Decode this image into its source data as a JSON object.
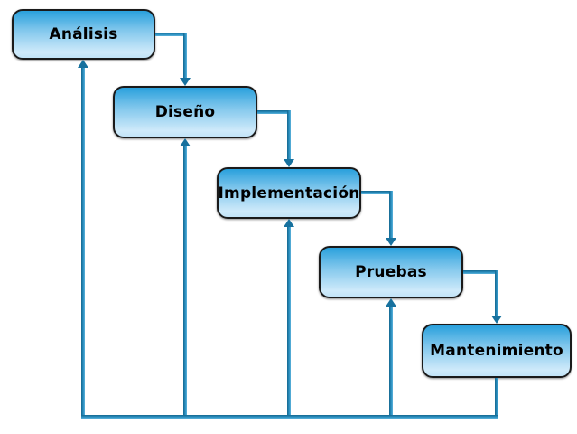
{
  "diagram": {
    "type": "flowchart",
    "model": "waterfall-cascade",
    "background_color": "#FFFFFF",
    "stages": [
      {
        "id": "analisis",
        "label": "Análisis"
      },
      {
        "id": "diseno",
        "label": "Diseño"
      },
      {
        "id": "implementacion",
        "label": "Implementación"
      },
      {
        "id": "pruebas",
        "label": "Pruebas"
      },
      {
        "id": "mantenimiento",
        "label": "Mantenimiento"
      }
    ],
    "connections": {
      "forward": [
        {
          "from": "Análisis",
          "to": "Diseño"
        },
        {
          "from": "Diseño",
          "to": "Implementación"
        },
        {
          "from": "Implementación",
          "to": "Pruebas"
        },
        {
          "from": "Pruebas",
          "to": "Mantenimiento"
        }
      ],
      "feedback": [
        {
          "from": "Mantenimiento",
          "to": "Análisis"
        },
        {
          "from": "Mantenimiento",
          "to": "Diseño"
        },
        {
          "from": "Mantenimiento",
          "to": "Implementación"
        },
        {
          "from": "Mantenimiento",
          "to": "Pruebas"
        }
      ]
    },
    "colors": {
      "box_gradient_top": "#29A0DC",
      "box_gradient_mid": "#7FC6EC",
      "box_gradient_bottom": "#CFEAFA",
      "box_border": "#1A1A1A",
      "line_dark": "#14678F",
      "line_light": "#5FB3DB",
      "arrowhead": "#17719E",
      "text": "#000000"
    }
  }
}
